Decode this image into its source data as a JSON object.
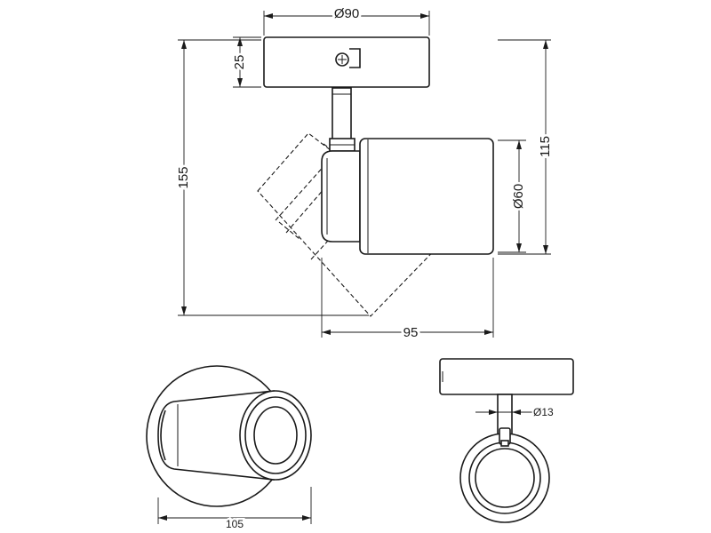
{
  "dimensions": {
    "mount_diameter": "Ø90",
    "mount_height": "25",
    "total_height": "155",
    "right_height": "115",
    "head_diameter": "Ø60",
    "projection": "95",
    "bottom_width": "105",
    "stem_diameter": "Ø13"
  }
}
